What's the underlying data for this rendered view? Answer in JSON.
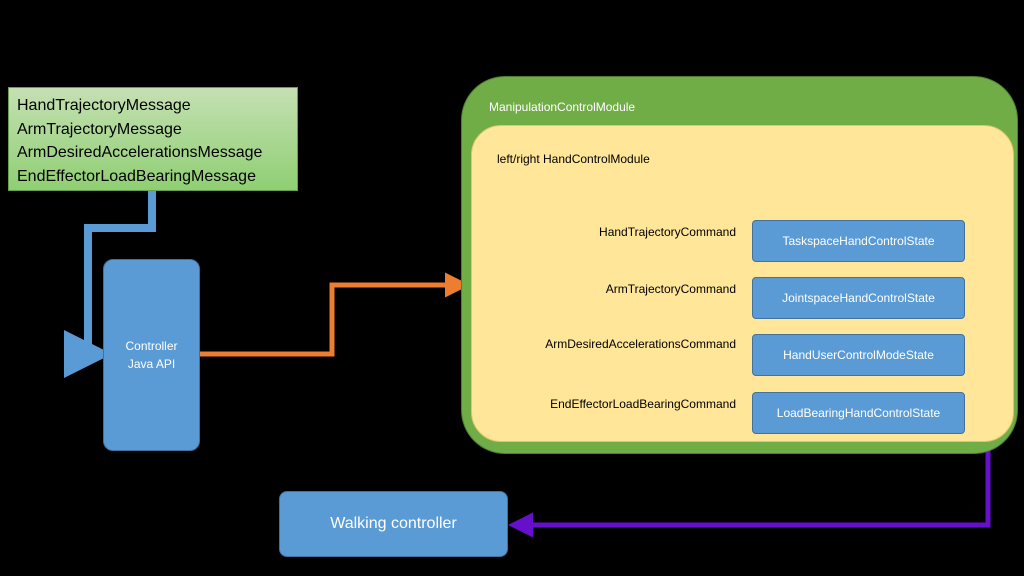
{
  "messages": [
    "HandTrajectoryMessage",
    "ArmTrajectoryMessage",
    "ArmDesiredAccelerationsMessage",
    "EndEffectorLoadBearingMessage"
  ],
  "controller": {
    "line1": "Controller",
    "line2": "Java API"
  },
  "module": {
    "title": "ManipulationControlModule",
    "hand_title": "left/right HandControlModule",
    "commands": [
      "HandTrajectoryCommand",
      "ArmTrajectoryCommand",
      "ArmDesiredAccelerationsCommand",
      "EndEffectorLoadBearingCommand"
    ],
    "states": [
      "TaskspaceHandControlState",
      "JointspaceHandControlState",
      "HandUserControlModeState",
      "LoadBearingHandControlState"
    ]
  },
  "walking": {
    "label": "Walking controller"
  },
  "colors": {
    "background": "#000000",
    "message_fill": "#a9d18e",
    "blue_box": "#5b9bd5",
    "module_green": "#70ad47",
    "hand_yellow": "#ffe699",
    "orange_arrow": "#ed7d31",
    "purple_arrow": "#6610cc",
    "blue_arrow": "#5b9bd5"
  }
}
